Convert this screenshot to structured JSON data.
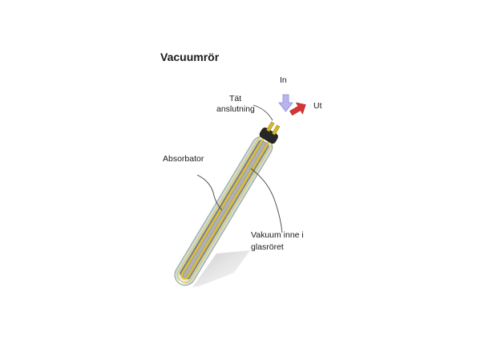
{
  "title": "Vacuumrör",
  "labels": {
    "in": "In",
    "out": "Ut",
    "seal_line1": "Tät",
    "seal_line2": "anslutning",
    "absorber": "Absorbator",
    "vacuum_line1": "Vakuum inne i",
    "vacuum_line2": "glasröret"
  },
  "colors": {
    "inlet_arrow": "#b9b4ef",
    "outlet_arrow": "#d83434",
    "glass": "#dfe8e2",
    "absorber_plate": "#9a9b9b",
    "heat_pipe": "#e2c22d",
    "cap": "#262626"
  }
}
